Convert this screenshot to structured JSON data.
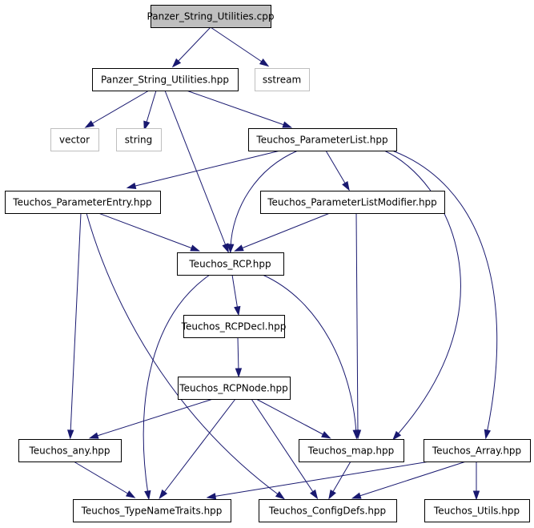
{
  "diagram": {
    "edge_color": "#191970",
    "root_fill": "#bfbfbf",
    "external_border": "#bfbfbf",
    "nodes": [
      {
        "id": "root",
        "label": "Panzer_String_Utilities.cpp",
        "style": "root"
      },
      {
        "id": "psu_hpp",
        "label": "Panzer_String_Utilities.hpp",
        "style": "normal"
      },
      {
        "id": "sstream",
        "label": "sstream",
        "style": "external"
      },
      {
        "id": "vector",
        "label": "vector",
        "style": "external"
      },
      {
        "id": "string",
        "label": "string",
        "style": "external"
      },
      {
        "id": "plist",
        "label": "Teuchos_ParameterList.hpp",
        "style": "normal"
      },
      {
        "id": "pentry",
        "label": "Teuchos_ParameterEntry.hpp",
        "style": "normal"
      },
      {
        "id": "plmod",
        "label": "Teuchos_ParameterListModifier.hpp",
        "style": "normal"
      },
      {
        "id": "rcp",
        "label": "Teuchos_RCP.hpp",
        "style": "normal"
      },
      {
        "id": "rcpdecl",
        "label": "Teuchos_RCPDecl.hpp",
        "style": "normal"
      },
      {
        "id": "rcpnode",
        "label": "Teuchos_RCPNode.hpp",
        "style": "normal"
      },
      {
        "id": "any",
        "label": "Teuchos_any.hpp",
        "style": "normal"
      },
      {
        "id": "map",
        "label": "Teuchos_map.hpp",
        "style": "normal"
      },
      {
        "id": "array",
        "label": "Teuchos_Array.hpp",
        "style": "normal"
      },
      {
        "id": "tnt",
        "label": "Teuchos_TypeNameTraits.hpp",
        "style": "normal"
      },
      {
        "id": "cdefs",
        "label": "Teuchos_ConfigDefs.hpp",
        "style": "normal"
      },
      {
        "id": "utils",
        "label": "Teuchos_Utils.hpp",
        "style": "normal"
      }
    ],
    "edges": [
      {
        "from": "root",
        "to": "psu_hpp"
      },
      {
        "from": "root",
        "to": "sstream"
      },
      {
        "from": "psu_hpp",
        "to": "vector"
      },
      {
        "from": "psu_hpp",
        "to": "string"
      },
      {
        "from": "psu_hpp",
        "to": "plist"
      },
      {
        "from": "psu_hpp",
        "to": "rcp"
      },
      {
        "from": "plist",
        "to": "pentry"
      },
      {
        "from": "plist",
        "to": "rcp"
      },
      {
        "from": "plist",
        "to": "plmod"
      },
      {
        "from": "plist",
        "to": "map"
      },
      {
        "from": "plist",
        "to": "array"
      },
      {
        "from": "pentry",
        "to": "rcp"
      },
      {
        "from": "pentry",
        "to": "any"
      },
      {
        "from": "pentry",
        "to": "cdefs"
      },
      {
        "from": "plmod",
        "to": "rcp"
      },
      {
        "from": "plmod",
        "to": "map"
      },
      {
        "from": "rcp",
        "to": "rcpdecl"
      },
      {
        "from": "rcp",
        "to": "tnt"
      },
      {
        "from": "rcp",
        "to": "map"
      },
      {
        "from": "rcpdecl",
        "to": "rcpnode"
      },
      {
        "from": "rcpnode",
        "to": "any"
      },
      {
        "from": "rcpnode",
        "to": "map"
      },
      {
        "from": "rcpnode",
        "to": "tnt"
      },
      {
        "from": "rcpnode",
        "to": "cdefs"
      },
      {
        "from": "any",
        "to": "tnt"
      },
      {
        "from": "map",
        "to": "cdefs"
      },
      {
        "from": "array",
        "to": "tnt"
      },
      {
        "from": "array",
        "to": "cdefs"
      },
      {
        "from": "array",
        "to": "utils"
      }
    ]
  }
}
